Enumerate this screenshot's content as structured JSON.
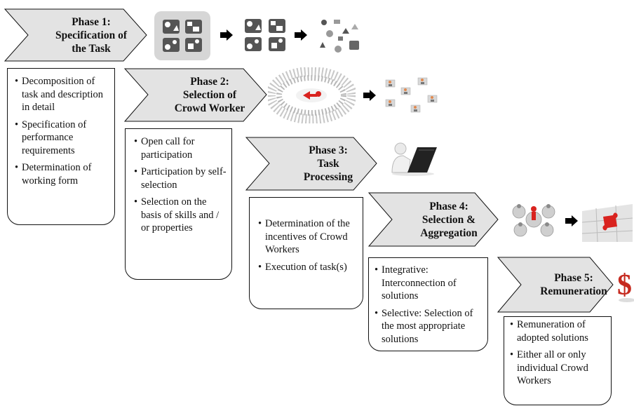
{
  "phases": [
    {
      "title": "Phase 1:\nSpecification of\nthe Task",
      "items": [
        "Decomposition of task and description in detail",
        "Specification of performance requirements",
        "Determination of working form"
      ]
    },
    {
      "title": "Phase 2:\nSelection of\nCrowd Worker",
      "items": [
        "Open call for participation",
        "Participation by self-selection",
        "Selection on the basis of skills and / or properties"
      ]
    },
    {
      "title": "Phase 3:\nTask\nProcessing",
      "items": [
        "Determination of the incentives of Crowd Workers",
        "Execution of task(s)"
      ]
    },
    {
      "title": "Phase 4:\nSelection &\nAggregation",
      "items": [
        "Integrative: Interconnection of solutions",
        "Selective: Selection of the most appropriate solutions"
      ]
    },
    {
      "title": "Phase 5:\nRemuneration",
      "items": [
        "Remuneration of adopted solutions",
        "Either all or only individual Crowd Workers"
      ]
    }
  ],
  "colors": {
    "chevron_fill": "#e3e3e3",
    "puzzle_red": "#d9231f",
    "dark_gray": "#555555"
  }
}
